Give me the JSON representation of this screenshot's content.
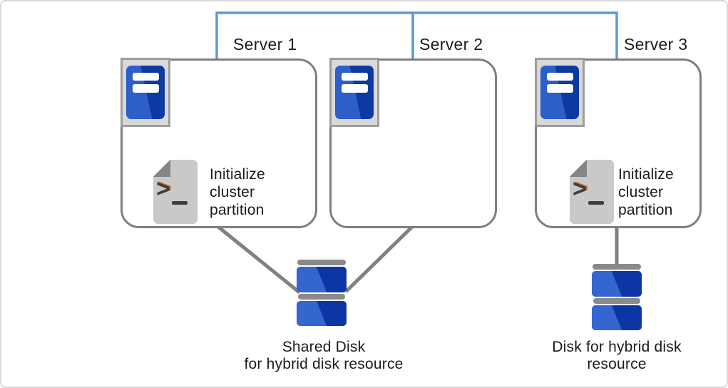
{
  "diagram": {
    "servers": [
      {
        "label": "Server 1",
        "script_lines": [
          "Initialize",
          "cluster",
          "partition"
        ]
      },
      {
        "label": "Server 2",
        "script_lines": []
      },
      {
        "label": "Server 3",
        "script_lines": [
          "Initialize",
          "cluster",
          "partition"
        ]
      }
    ],
    "disks": [
      {
        "label_lines": [
          "Shared Disk",
          "for hybrid disk resource"
        ]
      },
      {
        "label_lines": [
          "Disk for hybrid disk",
          "resource"
        ]
      }
    ],
    "icons": {
      "server_icon": "server-tower-icon",
      "script_icon": "script-file-icon",
      "disk_icon": "disk-stack-icon",
      "prompt_glyph": ">"
    },
    "colors": {
      "network_link": "#5b9bd5",
      "storage_link": "#808080",
      "box_border": "#7f7f7f",
      "icon_frame_fill": "#d9d9d9",
      "icon_blue_light": "#2c5fc7",
      "icon_blue_dark": "#0d3aa0",
      "disk_gray": "#8a8a8a",
      "script_gray": "#c9c9c9",
      "text": "#1b1b1b"
    }
  }
}
